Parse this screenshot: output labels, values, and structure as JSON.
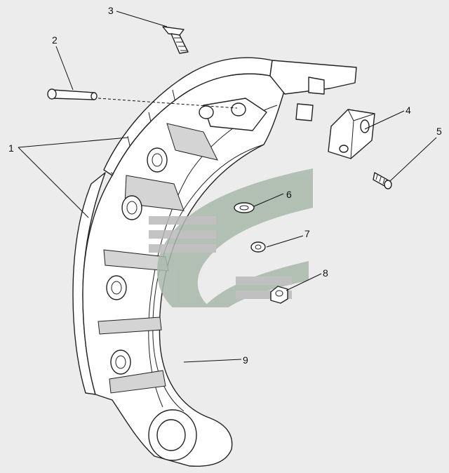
{
  "callouts": [
    {
      "id": "1",
      "label": "1"
    },
    {
      "id": "2",
      "label": "2"
    },
    {
      "id": "3",
      "label": "3"
    },
    {
      "id": "4",
      "label": "4"
    },
    {
      "id": "5",
      "label": "5"
    },
    {
      "id": "6",
      "label": "6"
    },
    {
      "id": "7",
      "label": "7"
    },
    {
      "id": "8",
      "label": "8"
    },
    {
      "id": "9",
      "label": "9"
    }
  ],
  "colors": {
    "watermark_green": "#a9b9ab",
    "watermark_grey": "#b9b9b9",
    "label_6": "#8a8a8a"
  },
  "icons": {
    "watermark": "stylized-company-logo"
  }
}
